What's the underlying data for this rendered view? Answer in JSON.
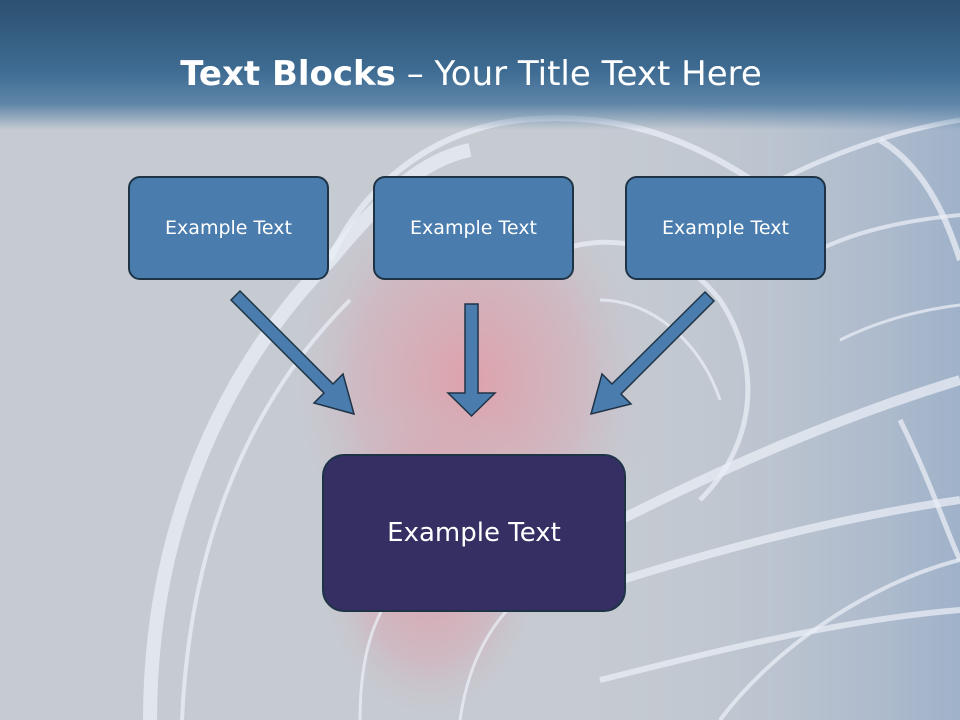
{
  "slide": {
    "title_bold": "Text Blocks",
    "title_dash": "–",
    "title_rest": "Your Title Text Here",
    "boxes": [
      {
        "label": "Example Text"
      },
      {
        "label": "Example Text"
      },
      {
        "label": "Example Text"
      }
    ],
    "target_box": {
      "label": "Example Text"
    }
  },
  "colors": {
    "title_band": "#3f6c93",
    "small_box_fill": "#4a7cad",
    "target_box_fill": "#352f64",
    "arrow_fill": "#4a7cad",
    "background": "#c3c8cf"
  }
}
